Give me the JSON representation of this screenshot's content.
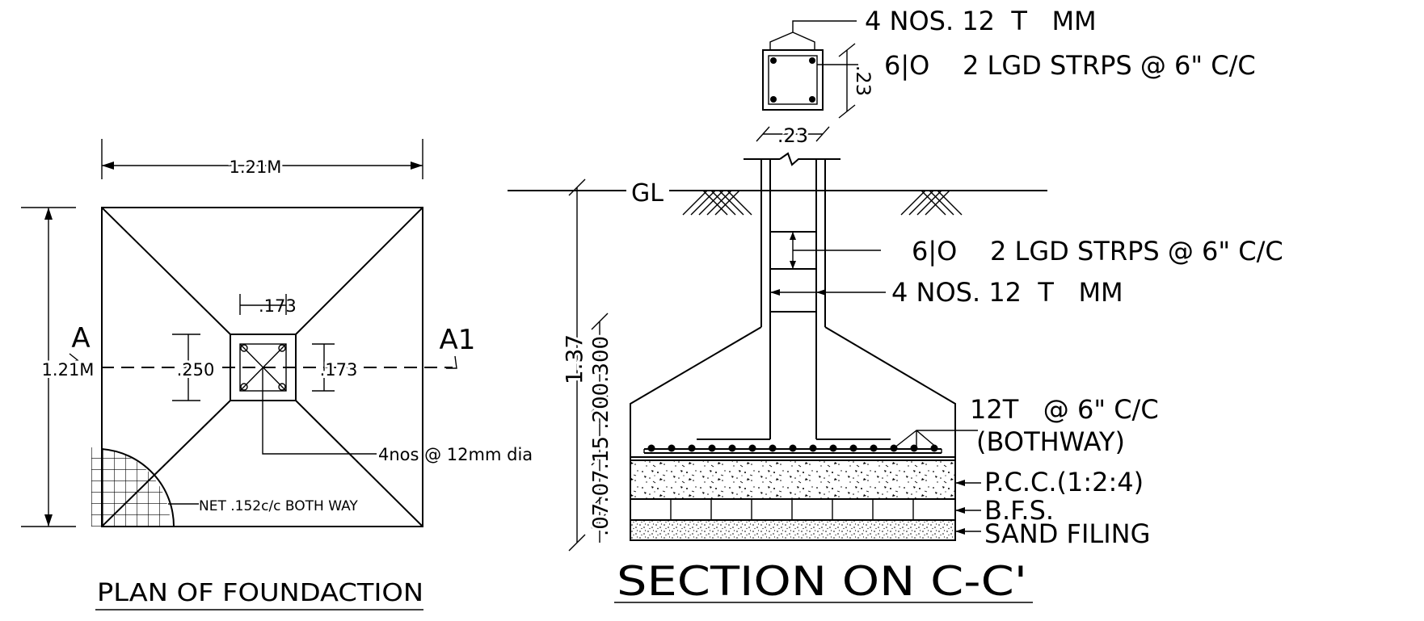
{
  "plan": {
    "title": "PLAN OF FOUNDACTION",
    "dim_width": "1.21M",
    "dim_height": "1.21M",
    "section_mark_left": "A",
    "section_mark_right": "A1",
    "dim_col_top": ".173",
    "dim_col_left": ".250",
    "dim_col_right": ".173",
    "note_bars": "4nos @ 12mm dia",
    "note_net": "NET .152c/c BOTH WAY"
  },
  "column_detail": {
    "main_bars": "4 NOS. 12  T   MM",
    "stirrups": "6|O    2 LGD STRPS @ 6\" C/C",
    "dim_depth": ".23",
    "dim_width": ".23"
  },
  "section": {
    "title": "SECTION ON C-C'",
    "ground_level": "GL",
    "stirrups": "6|O    2 LGD STRPS @ 6\" C/C",
    "main_bars": "4 NOS. 12  T   MM",
    "mesh": "12T   @ 6\" C/C",
    "mesh_note": "(BOTHWAY)",
    "pcc": "P.C.C.(1:2:4)",
    "bfs": "B.F.S.",
    "sand": "SAND FILING",
    "dim_total": "1.37",
    "dim_stack": ".07.07.15 .200.300"
  }
}
